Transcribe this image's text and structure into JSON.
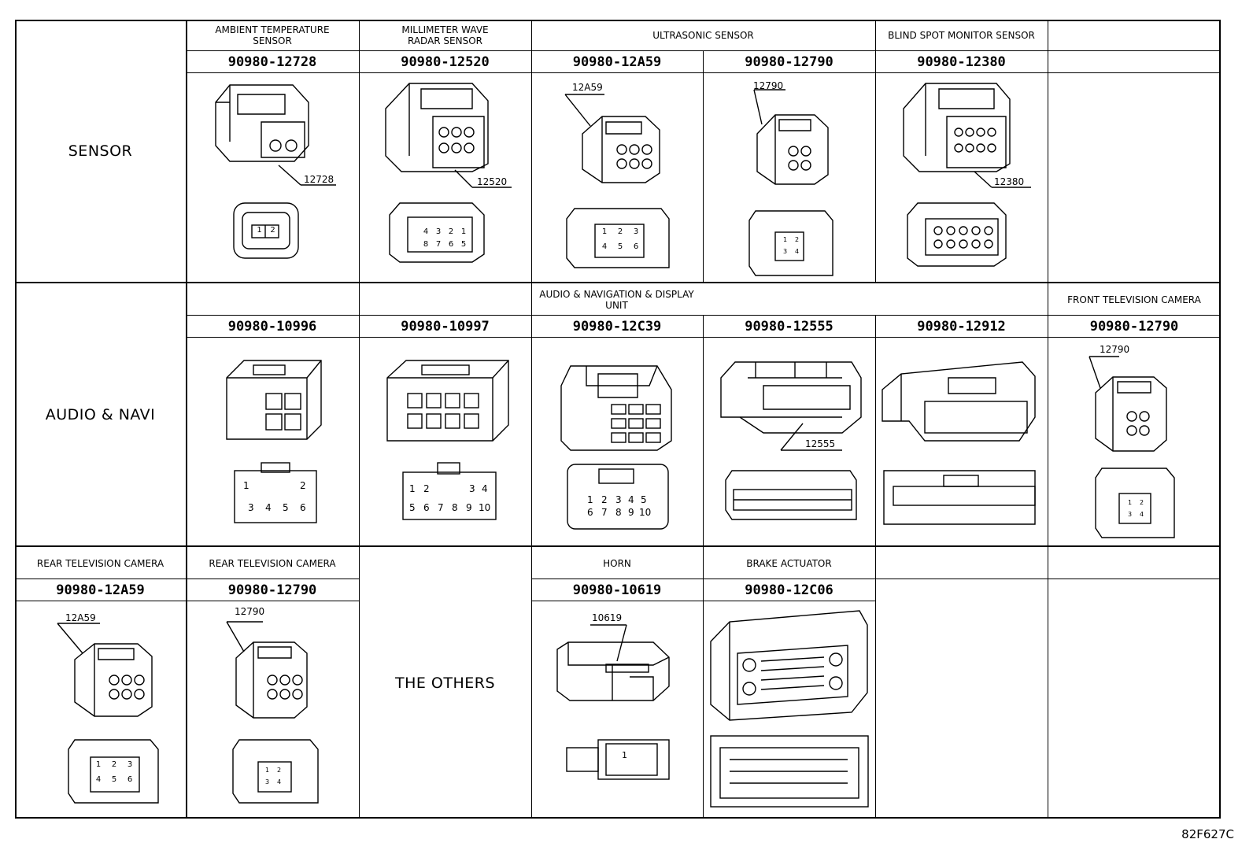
{
  "categories": {
    "sensor": "SENSOR",
    "audio_navi": "AUDIO & NAVI",
    "others": "THE OTHERS"
  },
  "sensor_row": {
    "c1": {
      "name": "AMBIENT TEMPERATURE\nSENSOR",
      "part": "90980-12728",
      "callout": "12728",
      "face_pins": [
        "1",
        "2"
      ]
    },
    "c2": {
      "name": "MILLIMETER WAVE\nRADAR SENSOR",
      "part": "90980-12520",
      "callout": "12520",
      "face_pins": [
        "4",
        "3",
        "2",
        "1",
        "8",
        "7",
        "6",
        "5"
      ]
    },
    "c3c4_name": "ULTRASONIC SENSOR",
    "c3": {
      "part": "90980-12A59",
      "callout": "12A59",
      "face_pins": [
        "1",
        "2",
        "3",
        "4",
        "5",
        "6"
      ]
    },
    "c4": {
      "part": "90980-12790",
      "callout": "12790",
      "face_pins": [
        "1",
        "2",
        "3",
        "4"
      ]
    },
    "c5": {
      "name": "BLIND SPOT MONITOR SENSOR",
      "part": "90980-12380",
      "callout": "12380"
    }
  },
  "audio_row": {
    "group_name": "AUDIO & NAVIGATION & DISPLAY\nUNIT",
    "c1": {
      "part": "90980-10996",
      "face_pins": [
        "1",
        "2",
        "3",
        "4",
        "5",
        "6"
      ]
    },
    "c2": {
      "part": "90980-10997",
      "face_pins": [
        "1",
        "2",
        "3",
        "4",
        "5",
        "6",
        "7",
        "8",
        "9",
        "10"
      ]
    },
    "c3": {
      "part": "90980-12C39",
      "face_pins": [
        "1",
        "2",
        "3",
        "4",
        "5",
        "6",
        "7",
        "8",
        "9",
        "10"
      ]
    },
    "c4": {
      "part": "90980-12555",
      "callout": "12555"
    },
    "c5": {
      "part": "90980-12912"
    },
    "c6": {
      "name": "FRONT TELEVISION CAMERA",
      "part": "90980-12790",
      "callout": "12790",
      "face_pins": [
        "1",
        "2",
        "3",
        "4"
      ]
    }
  },
  "others_row": {
    "c0": {
      "name": "REAR TELEVISION CAMERA",
      "part": "90980-12A59",
      "callout": "12A59",
      "face_pins": [
        "1",
        "2",
        "3",
        "4",
        "5",
        "6"
      ]
    },
    "c1": {
      "name": "REAR TELEVISION CAMERA",
      "part": "90980-12790",
      "callout": "12790",
      "face_pins": [
        "1",
        "2",
        "3",
        "4"
      ]
    },
    "c3": {
      "name": "HORN",
      "part": "90980-10619",
      "callout": "10619",
      "face_pins": [
        "1"
      ]
    },
    "c4": {
      "name": "BRAKE ACTUATOR",
      "part": "90980-12C06"
    }
  },
  "figure_code": "82F627C"
}
